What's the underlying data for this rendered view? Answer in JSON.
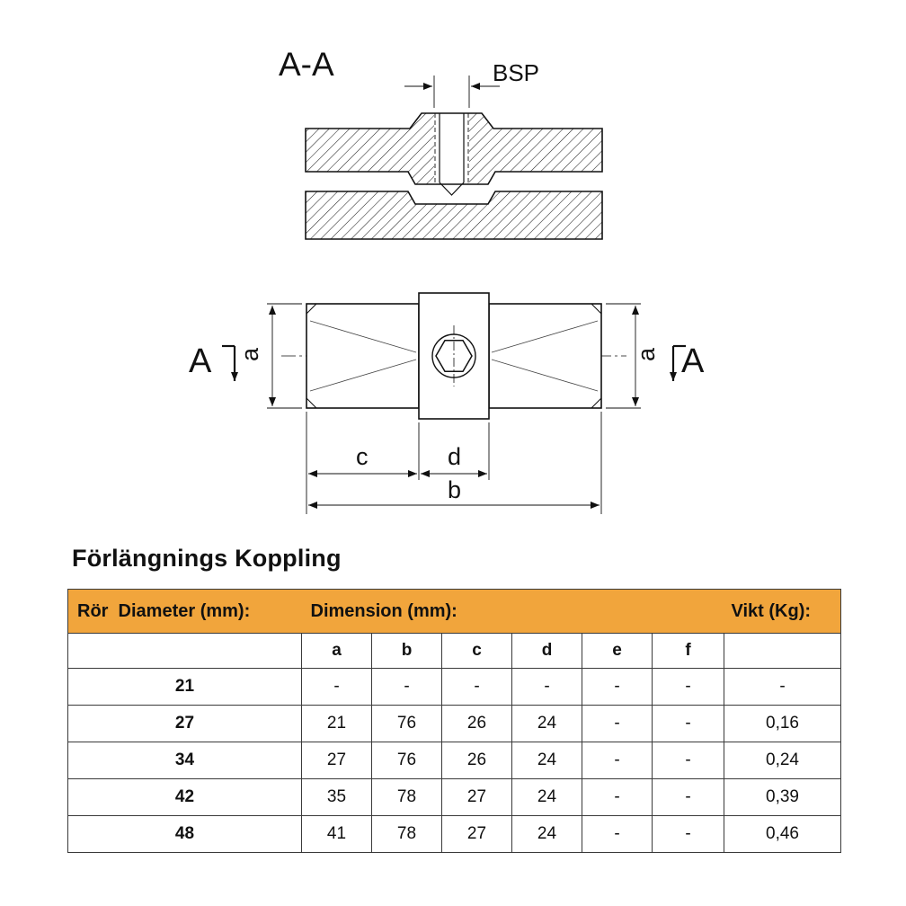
{
  "drawing": {
    "section_view_label": "A-A",
    "bsp_label": "BSP",
    "dim_a_left": "a",
    "dim_a_right": "a",
    "dim_b": "b",
    "dim_c": "c",
    "dim_d": "d",
    "cut_label_left": "A",
    "cut_label_right": "A"
  },
  "title": "Förlängnings Koppling",
  "table": {
    "accent_color": "#F1A53C",
    "header": {
      "col_diameter": "Rör  Diameter (mm):",
      "col_dimension": "Dimension (mm):",
      "col_weight": "Vikt (Kg):"
    },
    "subheaders": [
      "a",
      "b",
      "c",
      "d",
      "e",
      "f"
    ],
    "rows": [
      {
        "diameter": "21",
        "values": [
          "-",
          "-",
          "-",
          "-",
          "-",
          "-"
        ],
        "weight": "-"
      },
      {
        "diameter": "27",
        "values": [
          "21",
          "76",
          "26",
          "24",
          "-",
          "-"
        ],
        "weight": "0,16"
      },
      {
        "diameter": "34",
        "values": [
          "27",
          "76",
          "26",
          "24",
          "-",
          "-"
        ],
        "weight": "0,24"
      },
      {
        "diameter": "42",
        "values": [
          "35",
          "78",
          "27",
          "24",
          "-",
          "-"
        ],
        "weight": "0,39"
      },
      {
        "diameter": "48",
        "values": [
          "41",
          "78",
          "27",
          "24",
          "-",
          "-"
        ],
        "weight": "0,46"
      }
    ]
  }
}
